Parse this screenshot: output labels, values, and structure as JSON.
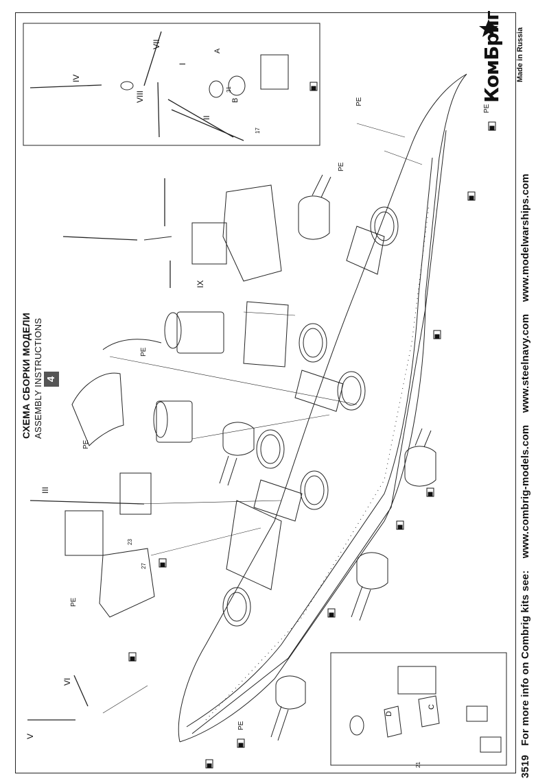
{
  "header": {
    "title_ru": "СХЕМА СБОРКИ МОДЕЛИ",
    "title_en": "ASSEMBLY INSTRUCTIONS",
    "step_number": "4"
  },
  "brand": {
    "name": "КомБриг",
    "made_in": "Made in Russia"
  },
  "footer": {
    "kit_number": "3519",
    "more_info": "For more info on Combrig kits see:",
    "site1": "www.combrig-models.com",
    "site2": "www.steelnavy.com",
    "site3": "www.modelwarships.com"
  },
  "callouts": {
    "pe": "PE",
    "roman_numerals": [
      "I",
      "II",
      "III",
      "IV",
      "V",
      "VI",
      "VII",
      "VIII",
      "IX"
    ],
    "sub_assemblies": [
      "A",
      "B",
      "C",
      "D"
    ],
    "part_numbers": [
      "17",
      "21",
      "23",
      "27",
      "31"
    ]
  },
  "icons": {
    "glue": "glue-bottle-icon",
    "star": "star-emblem-icon"
  }
}
